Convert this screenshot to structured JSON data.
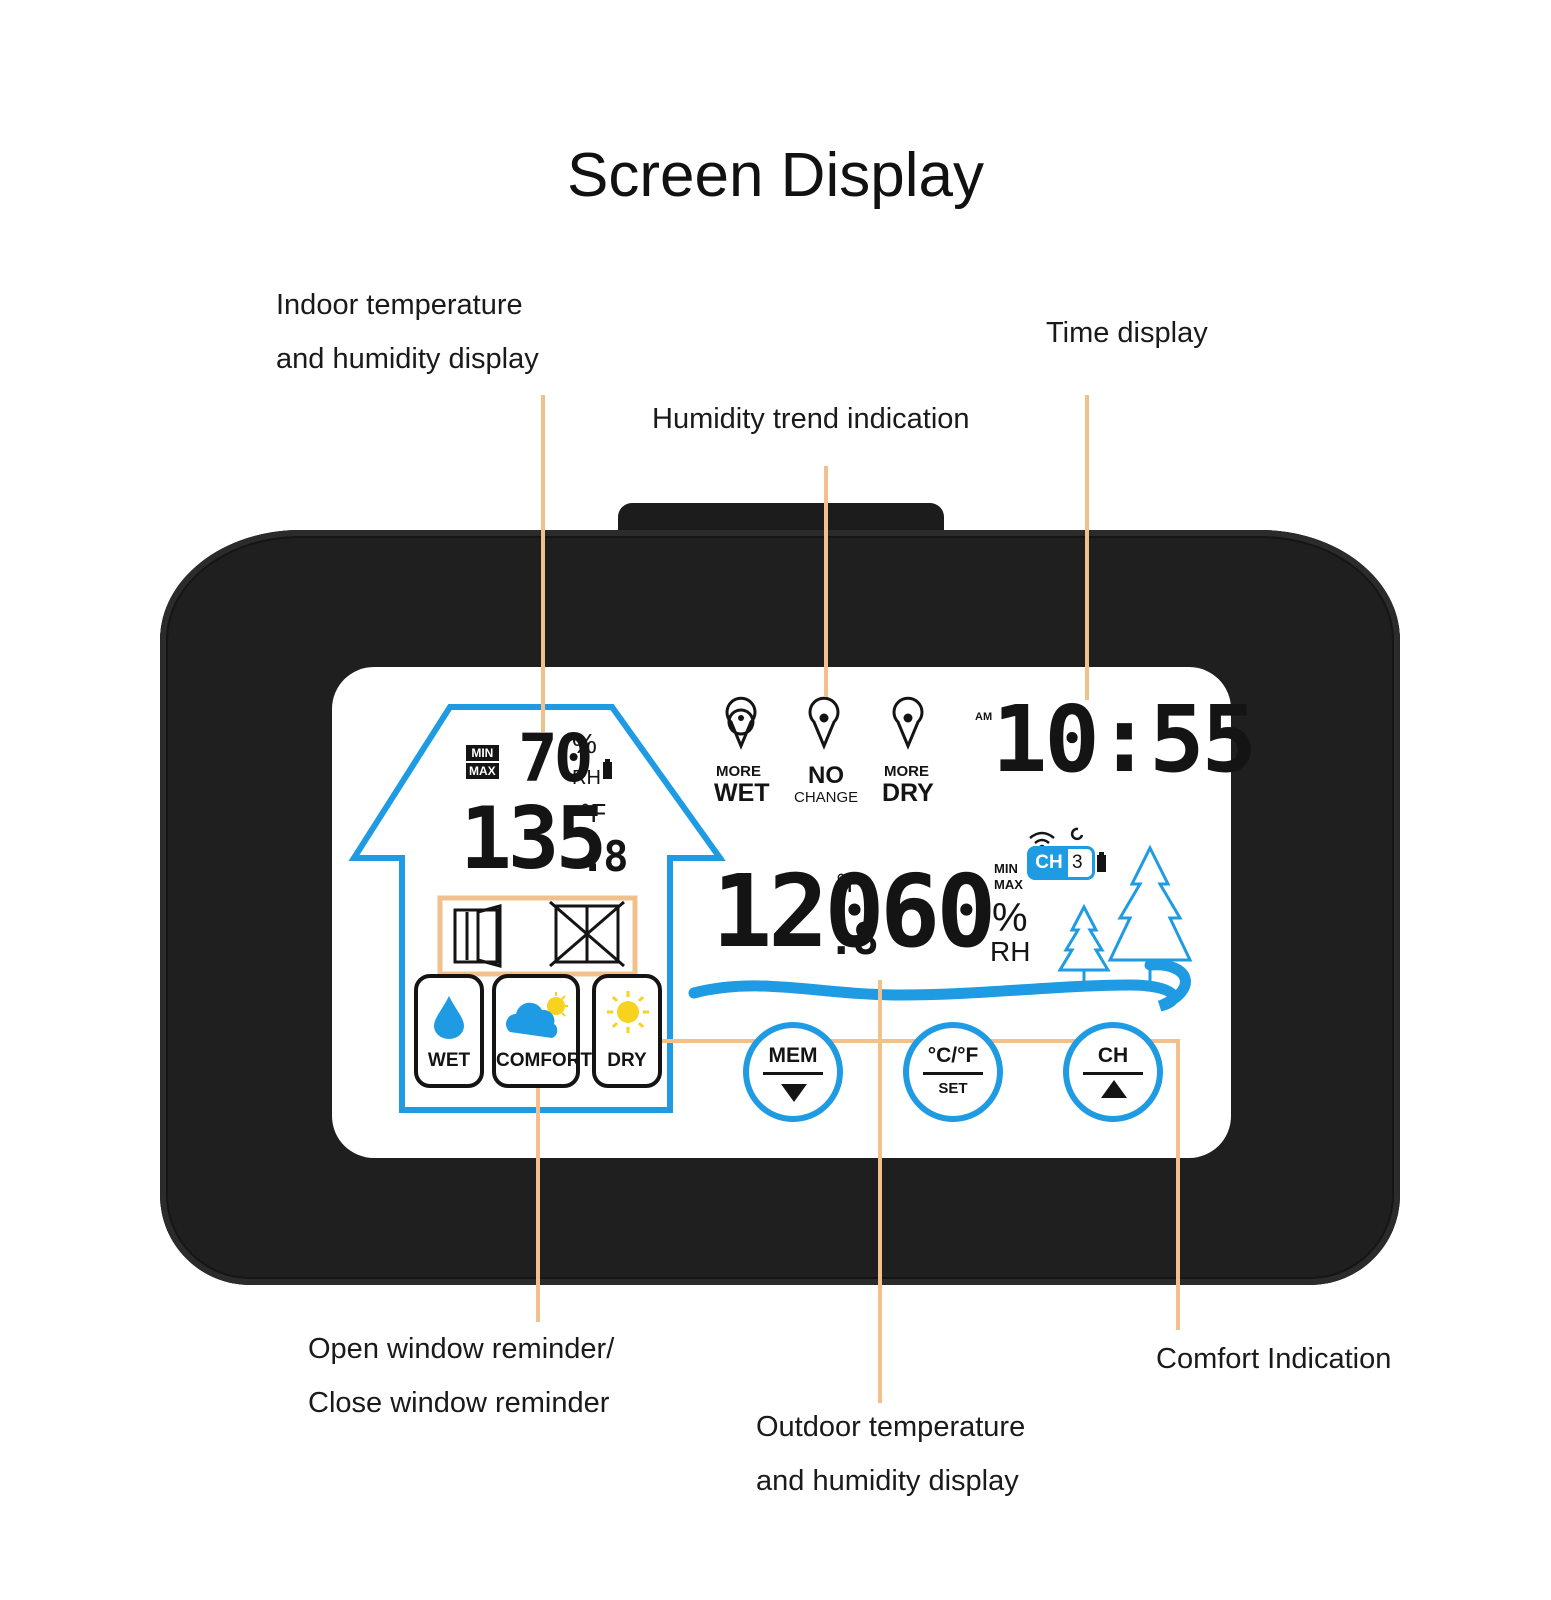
{
  "title": "Screen Display",
  "callouts": {
    "indoor": {
      "line1": "Indoor temperature",
      "line2": "and humidity display"
    },
    "time": "Time display",
    "trend": "Humidity trend indication",
    "window": {
      "line1": "Open window reminder/",
      "line2": "Close window reminder"
    },
    "outdoor": {
      "line1": "Outdoor temperature",
      "line2": "and humidity display"
    },
    "comfort": "Comfort Indication"
  },
  "display": {
    "indoor": {
      "min_label": "MIN",
      "max_label": "MAX",
      "humidity": "70",
      "humidity_unit": "%",
      "rh_label": "RH",
      "temperature": "135",
      "temperature_decimal": ".8",
      "temp_unit": "°F"
    },
    "trend": [
      {
        "top": "MORE",
        "bottom": "WET"
      },
      {
        "top": "NO",
        "bottom": "CHANGE"
      },
      {
        "top": "MORE",
        "bottom": "DRY"
      }
    ],
    "time": {
      "ampm": "AM",
      "value": "10:55"
    },
    "outdoor": {
      "temperature": "120",
      "temperature_decimal": ".8",
      "temp_unit": "°F",
      "humidity": "60",
      "humidity_unit": "%",
      "rh_label": "RH",
      "min_label": "MIN",
      "max_label": "MAX",
      "channel_label": "CH",
      "channel_number": "3"
    },
    "comfort": [
      {
        "label": "WET",
        "icon": "water-drop-icon"
      },
      {
        "label": "COMFORT",
        "icon": "cloud-sun-icon"
      },
      {
        "label": "DRY",
        "icon": "sun-icon"
      }
    ],
    "buttons": {
      "mem": {
        "top": "MEM"
      },
      "unit_set": {
        "top": "°C/°F",
        "bottom": "SET"
      },
      "ch": {
        "top": "CH"
      }
    },
    "colors": {
      "accent_blue": "#1e9be3",
      "leader_orange": "#f2c08c",
      "body_black": "#1f1f1f",
      "sun_yellow": "#f7d21e"
    }
  }
}
